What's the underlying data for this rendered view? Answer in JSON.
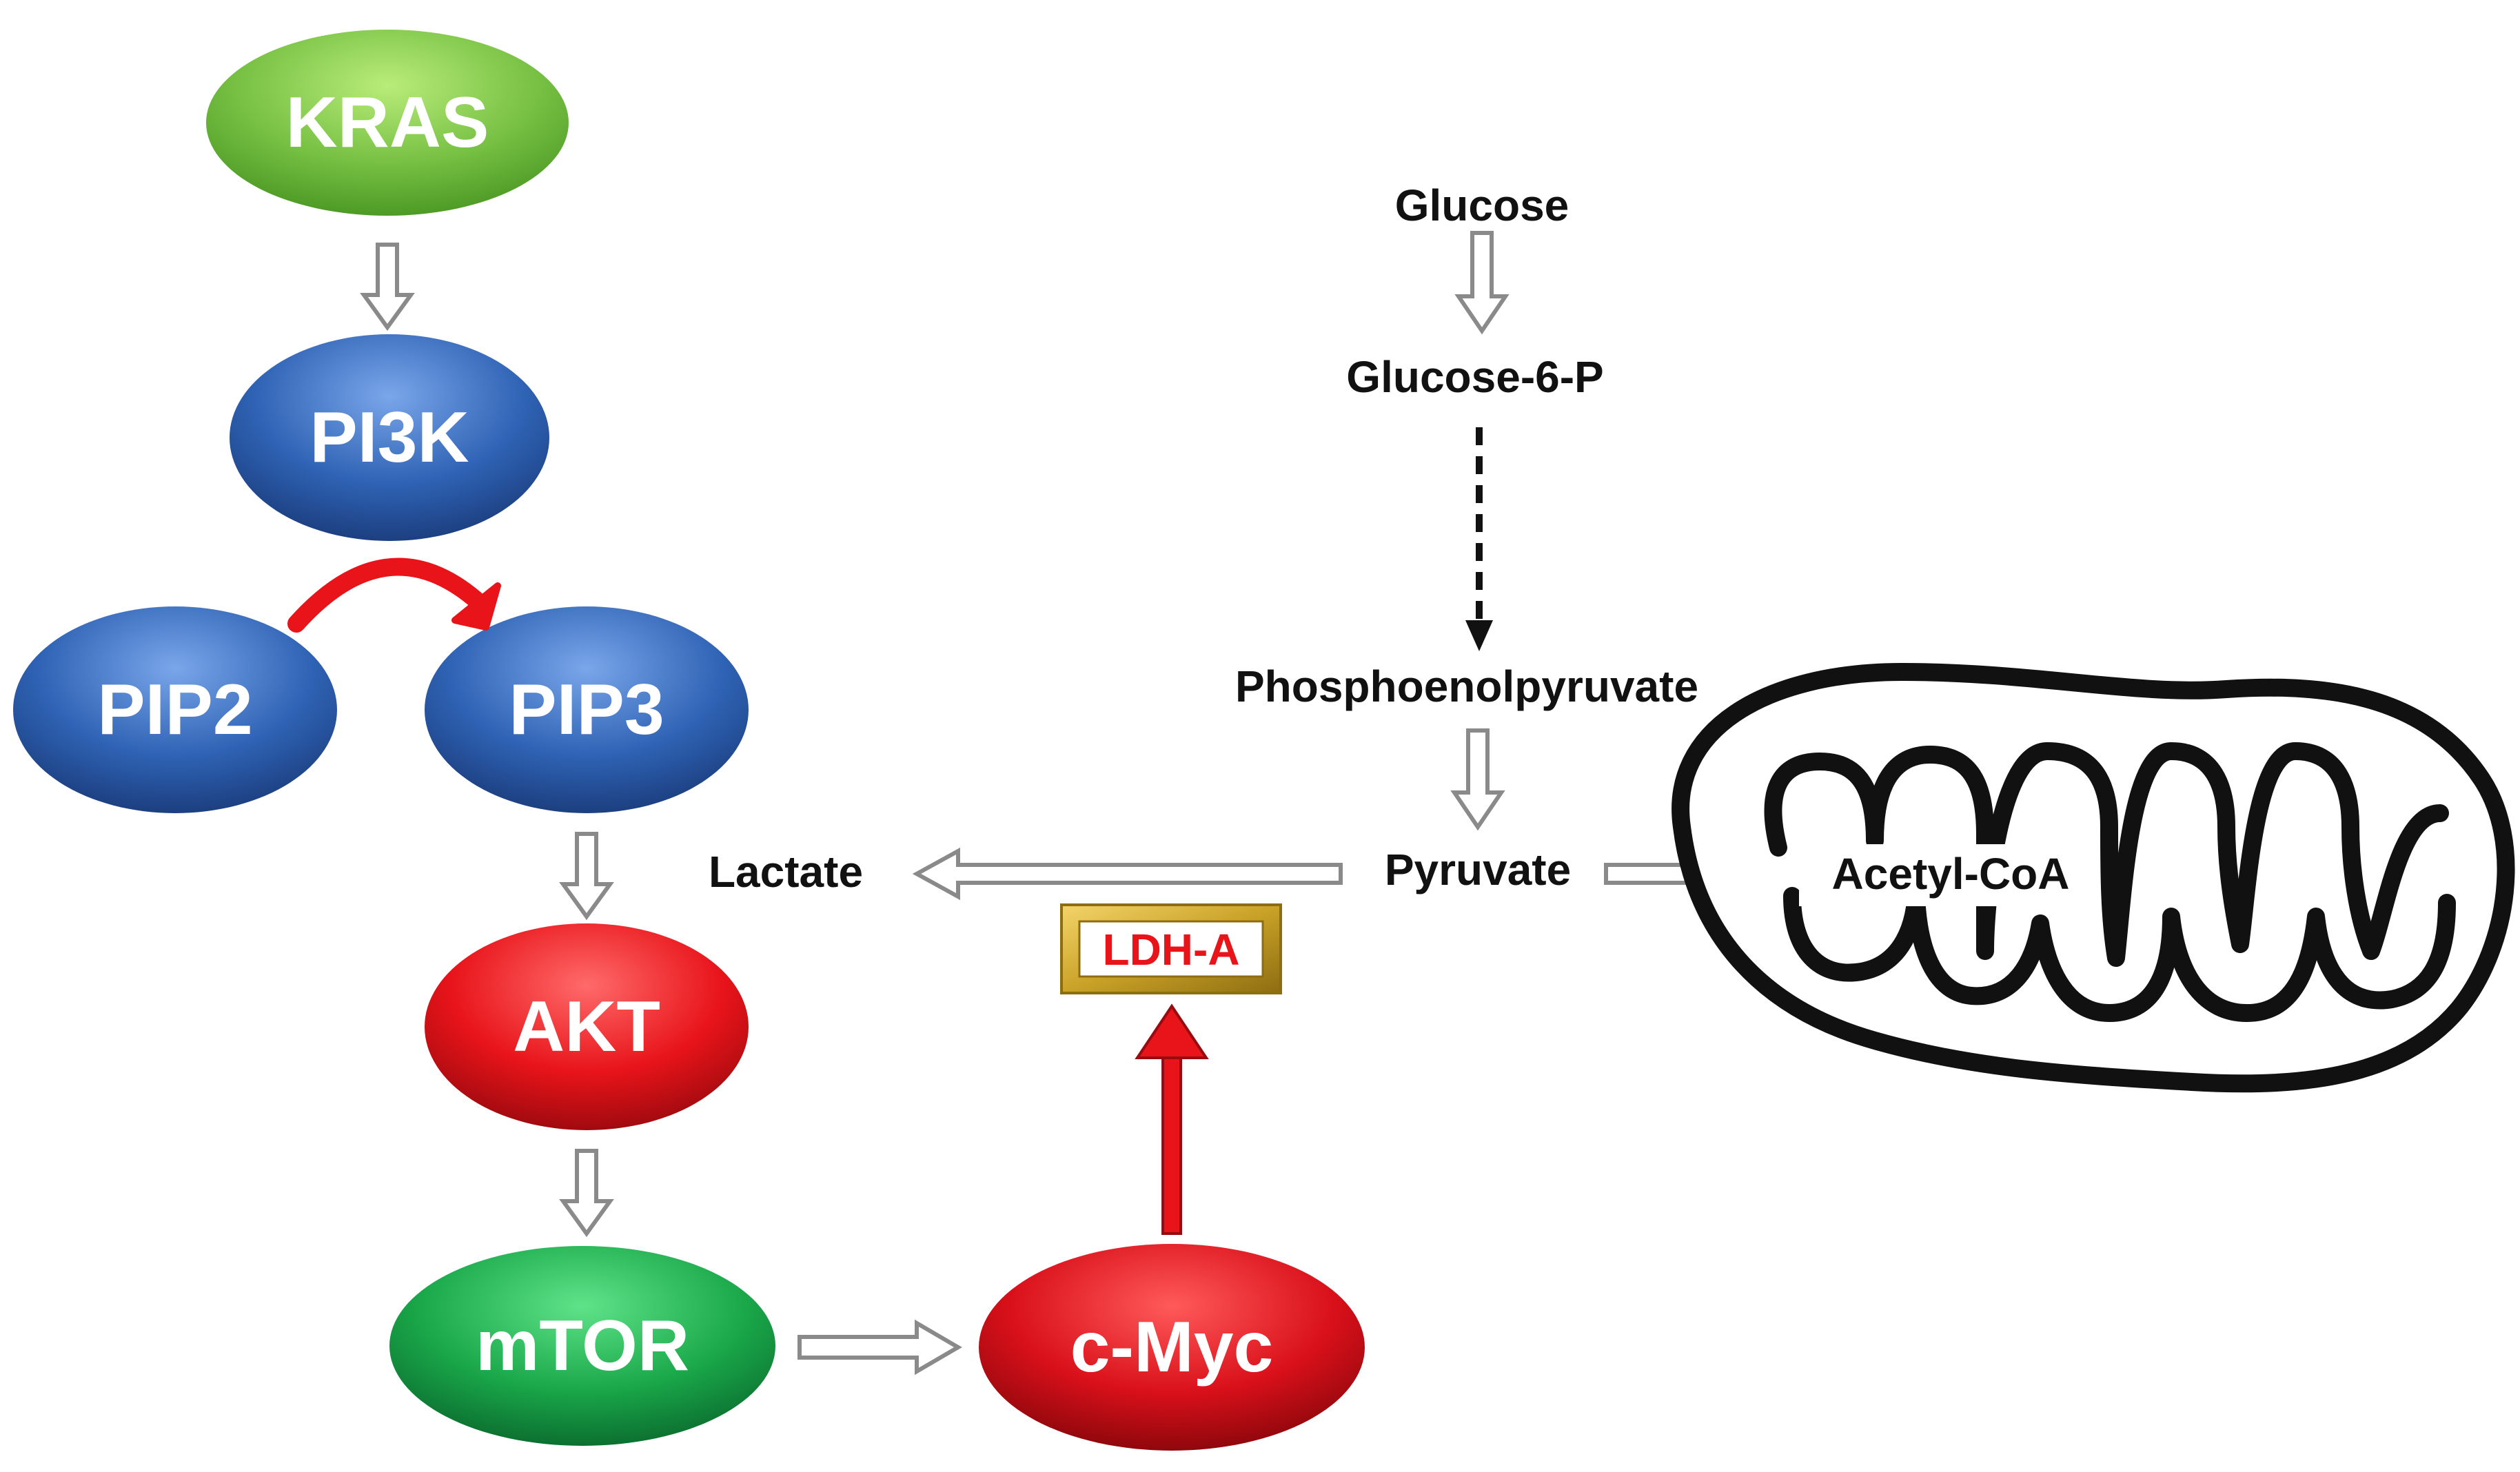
{
  "nodes": {
    "kras": {
      "label": "KRAS",
      "color": "#76c043"
    },
    "pi3k": {
      "label": "PI3K",
      "color": "#2f63b5"
    },
    "pip2": {
      "label": "PIP2",
      "color": "#2f63b5"
    },
    "pip3": {
      "label": "PIP3",
      "color": "#2f63b5"
    },
    "akt": {
      "label": "AKT",
      "color": "#e8141a"
    },
    "mtor": {
      "label": "mTOR",
      "color": "#1aa84a"
    },
    "cmyc": {
      "label": "c-Myc",
      "color": "#d9101a"
    }
  },
  "metabolites": {
    "glucose": "Glucose",
    "glucose6p": "Glucose-6-P",
    "pep": "Phosphoenolpyruvate",
    "pyruvate": "Pyruvate",
    "lactate": "Lactate",
    "acetylcoa": "Acetyl-CoA"
  },
  "enzyme": {
    "label": "LDH-A",
    "border_color": "#c9a227",
    "text_color": "#e8141a"
  },
  "colors": {
    "activation_arrow": "#e8141a",
    "pathway_arrow": "#bdbdbd"
  }
}
